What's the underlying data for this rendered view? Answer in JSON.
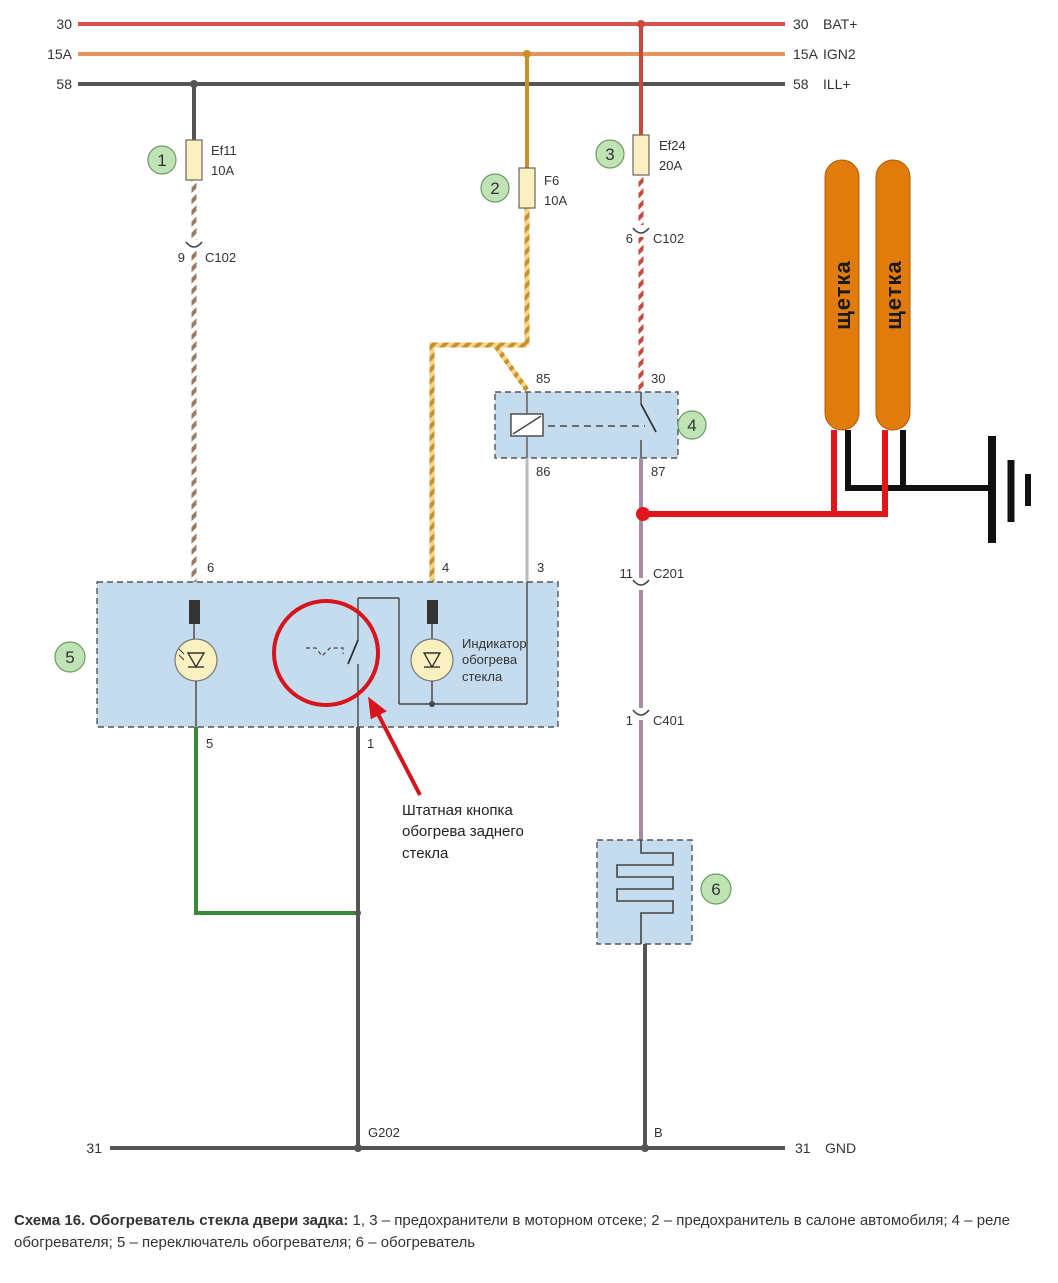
{
  "rails": [
    {
      "left": "30",
      "right": "30",
      "name": "BAT+",
      "color": "#d9534f"
    },
    {
      "left": "15A",
      "right": "15A",
      "name": "IGN2",
      "color": "#e8935a"
    },
    {
      "left": "58",
      "right": "58",
      "name": "ILL+",
      "color": "#555555"
    },
    {
      "left": "31",
      "right": "31",
      "name": "GND",
      "color": "#555555"
    }
  ],
  "fuses": [
    {
      "num": "1",
      "name": "Ef11",
      "rating": "10A"
    },
    {
      "num": "2",
      "name": "F6",
      "rating": "10A"
    },
    {
      "num": "3",
      "name": "Ef24",
      "rating": "20A"
    }
  ],
  "connectors": {
    "c1": {
      "pin": "9",
      "name": "C102"
    },
    "c2": {
      "pin": "6",
      "name": "C102"
    },
    "c3": {
      "pin": "11",
      "name": "C201"
    },
    "c4": {
      "pin": "1",
      "name": "C401"
    }
  },
  "relay": {
    "num": "4",
    "pin85": "85",
    "pin86": "86",
    "pin30": "30",
    "pin87": "87"
  },
  "switch_block": {
    "num": "5",
    "pin6": "6",
    "pin4": "4",
    "pin3": "3",
    "pin5": "5",
    "pin1": "1",
    "indicator_line1": "Индикатор",
    "indicator_line2": "обогрева",
    "indicator_line3": "стекла"
  },
  "heater": {
    "num": "6"
  },
  "grounds": {
    "g202": "G202",
    "b": "B"
  },
  "callout": {
    "line1": "Штатная кнопка",
    "line2": "обогрева заднего",
    "line3": "стекла"
  },
  "brushes": {
    "label1": "щетка",
    "label2": "щетка",
    "color": "#e07b0c"
  },
  "colors": {
    "box_fill": "#c5dcef",
    "add_wire_red": "#e2141c",
    "add_wire_black": "#111111",
    "highlight": "#d7141c",
    "green_wire": "#3a8a3a"
  },
  "caption": {
    "bold": "Схема 16. Обогреватель стекла двери задка:",
    "text": " 1, 3 – предохранители в моторном отсеке; 2 – предохранитель в салоне автомобиля; 4 – реле обогревателя; 5 – переключатель обогревателя; 6 – обогреватель"
  }
}
